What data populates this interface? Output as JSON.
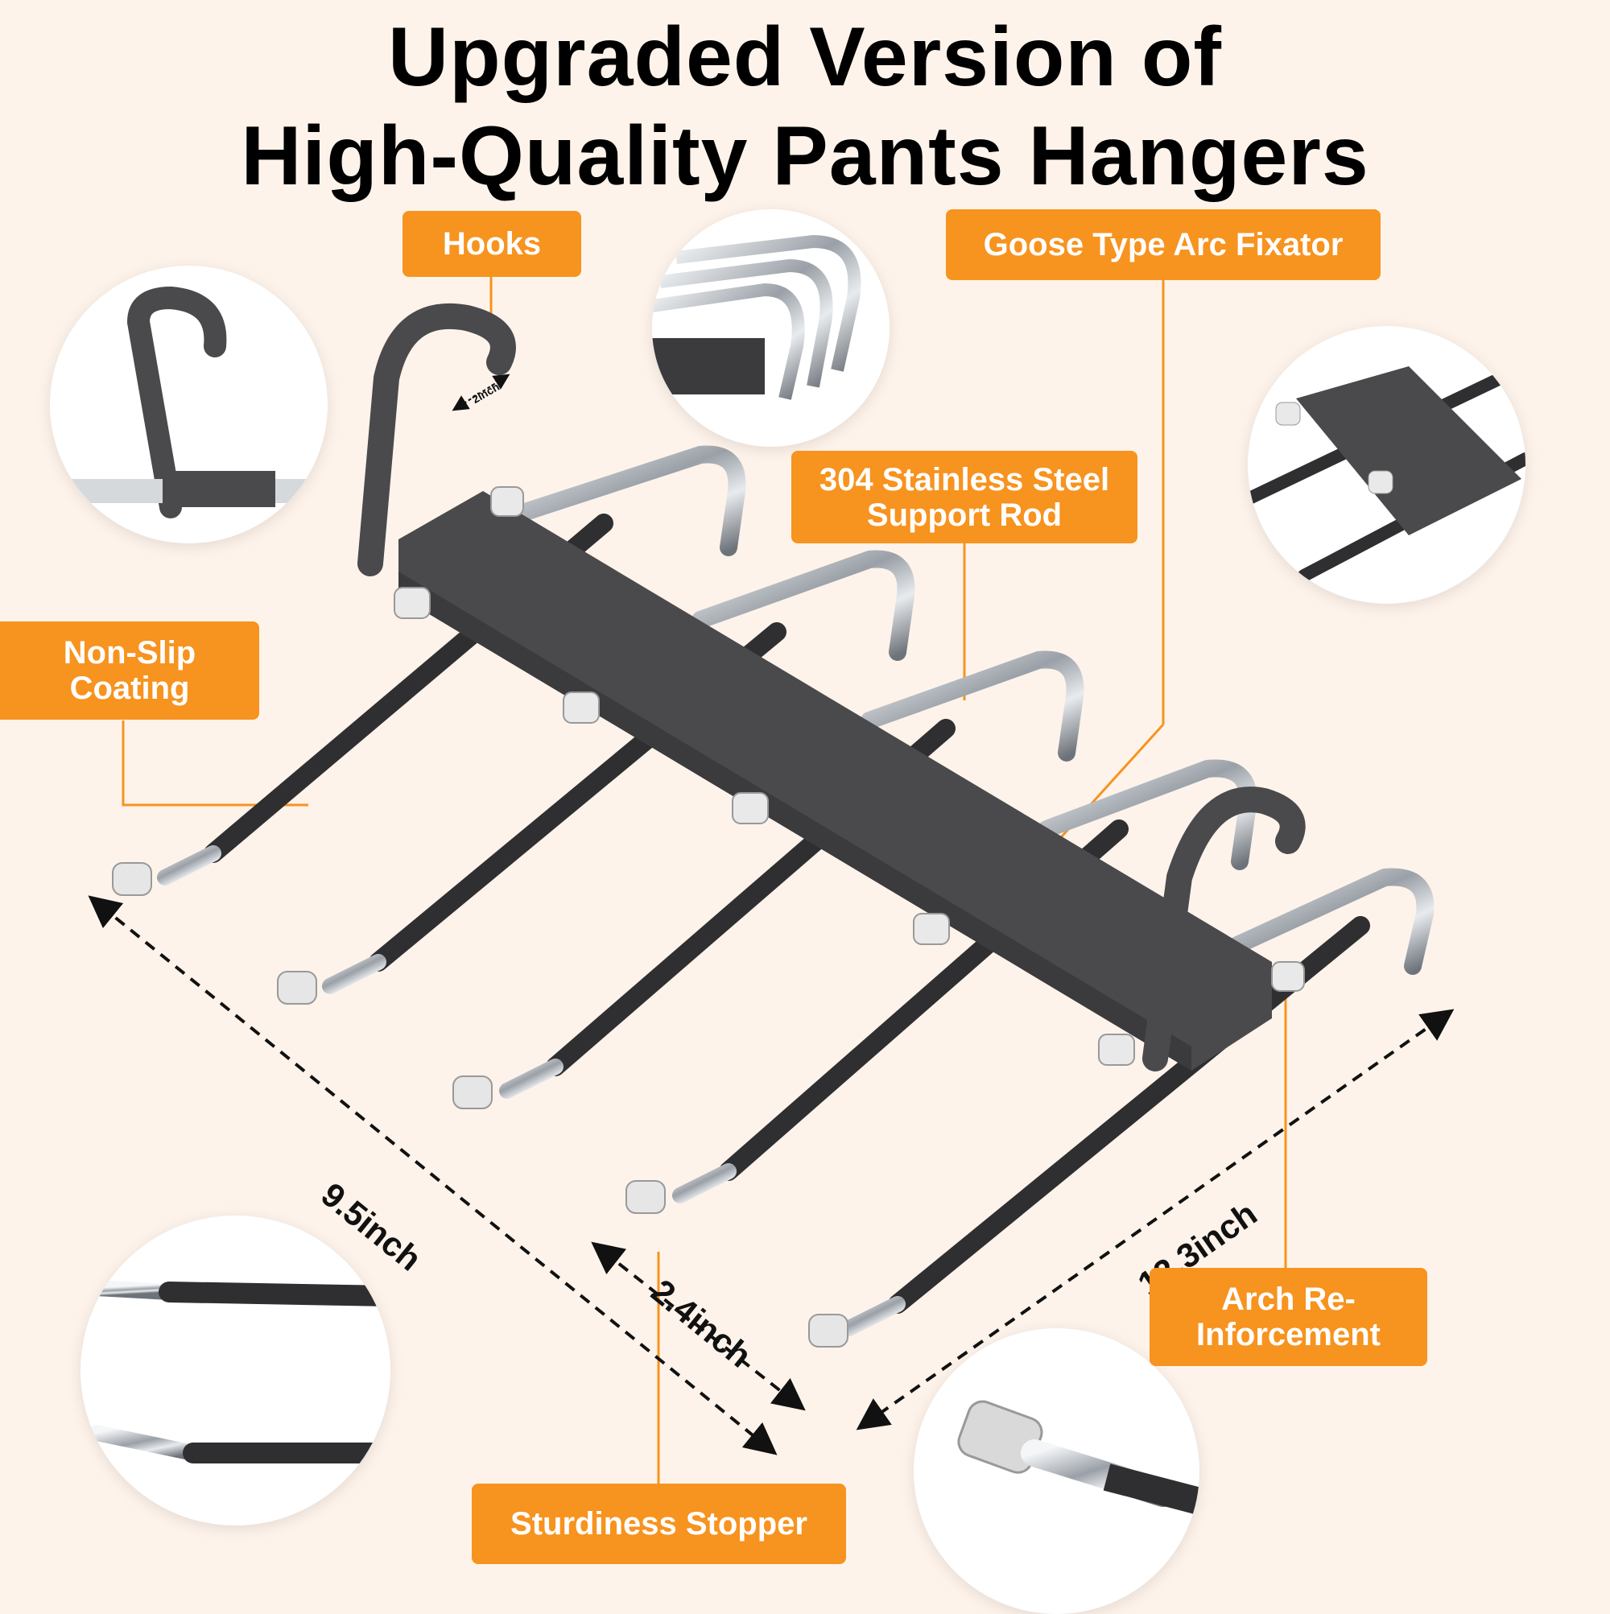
{
  "title": {
    "line1": "Upgraded Version of",
    "line2": "High-Quality Pants Hangers"
  },
  "labels": {
    "hooks": "Hooks",
    "goose": "Goose Type Arc Fixator",
    "steel_rod_line1": "304 Stainless Steel",
    "steel_rod_line2": "Support Rod",
    "non_slip_line1": "Non-Slip",
    "non_slip_line2": "Coating",
    "arch_line1": "Arch Re-",
    "arch_line2": "Inforcement",
    "stopper": "Sturdiness Stopper"
  },
  "dimensions": {
    "hook_width": "2inch",
    "length": "9.5inch",
    "spacing": "2.4inch",
    "depth": "12.3inch"
  },
  "colors": {
    "background": "#fdf3ea",
    "label_bg": "#f7931f",
    "leader_line": "#f7931f",
    "rod_coating": "#2f2f31",
    "bar": "#4a4a4d",
    "chrome": "#c9cdd2"
  }
}
